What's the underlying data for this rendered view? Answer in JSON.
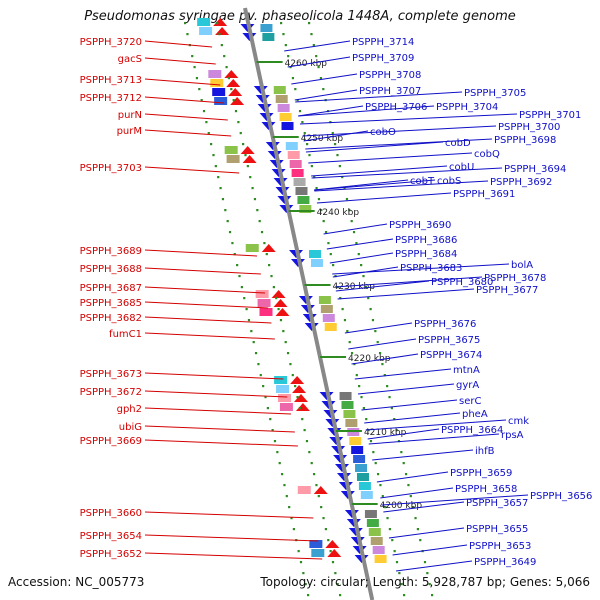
{
  "title": "Pseudomonas syringae pv. phaseolicola 1448A, complete genome",
  "accession": "Accession: NC_005773",
  "topology": "Topology: circular; Length: 5,928,787 bp; Genes: 5,066",
  "colors": {
    "left_label": "#d40000",
    "right_label": "#1010c8",
    "forward_arrow": "#ee1111",
    "reverse_arrow": "#1515e0",
    "backbone": "#888888",
    "tick": "#2e8b22"
  },
  "ruler": [
    {
      "label": "4260 kbp"
    },
    {
      "label": "4250 kbp"
    },
    {
      "label": "4240 kbp"
    },
    {
      "label": "4230 kbp"
    },
    {
      "label": "4220 kbp"
    },
    {
      "label": "4210 kbp"
    },
    {
      "label": "4200 kbp"
    }
  ],
  "left_labels": [
    "PSPPH_3720",
    "gacS",
    "PSPPH_3713",
    "PSPPH_3712",
    "purN",
    "purM",
    "PSPPH_3703",
    "PSPPH_3689",
    "PSPPH_3688",
    "PSPPH_3687",
    "PSPPH_3685",
    "PSPPH_3682",
    "fumC1",
    "PSPPH_3673",
    "PSPPH_3672",
    "gph2",
    "ubiG",
    "PSPPH_3669",
    "PSPPH_3660",
    "PSPPH_3654",
    "PSPPH_3652"
  ],
  "right_labels": [
    "PSPPH_3714",
    "PSPPH_3709",
    "PSPPH_3708",
    "PSPPH_3707",
    "PSPPH_3705",
    "PSPPH_3706",
    "PSPPH_3704",
    "PSPPH_3701",
    "PSPPH_3700",
    "cobO",
    "PSPPH_3698",
    "cobD",
    "cobQ",
    "cobU",
    "PSPPH_3694",
    "cobS",
    "cobT",
    "PSPPH_3692",
    "PSPPH_3691",
    "PSPPH_3690",
    "PSPPH_3686",
    "PSPPH_3684",
    "PSPPH_3683",
    "bolA",
    "PSPPH_3680",
    "PSPPH_3678",
    "PSPPH_3677",
    "PSPPH_3676",
    "PSPPH_3675",
    "PSPPH_3674",
    "mtnA",
    "gyrA",
    "serC",
    "pheA",
    "cmk",
    "PSPPH_3664",
    "rpsA",
    "ihfB",
    "PSPPH_3659",
    "PSPPH_3658",
    "PSPPH_3657",
    "PSPPH_3656",
    "PSPPH_3655",
    "PSPPH_3653",
    "PSPPH_3649"
  ]
}
